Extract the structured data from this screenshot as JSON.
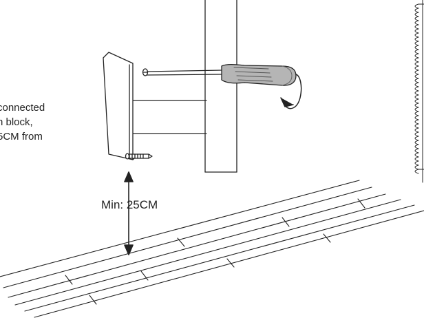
{
  "annotation": {
    "lines": [
      "connected",
      "n block,",
      "5CM from"
    ]
  },
  "dimension": {
    "label": "Min: 25CM"
  },
  "colors": {
    "stroke": "#222222",
    "background": "#ffffff",
    "screwdriver_handle": "#b5b5b5"
  },
  "icons": {
    "rotation": "clockwise-rotation-arrow-icon",
    "tool": "screwdriver-icon"
  }
}
